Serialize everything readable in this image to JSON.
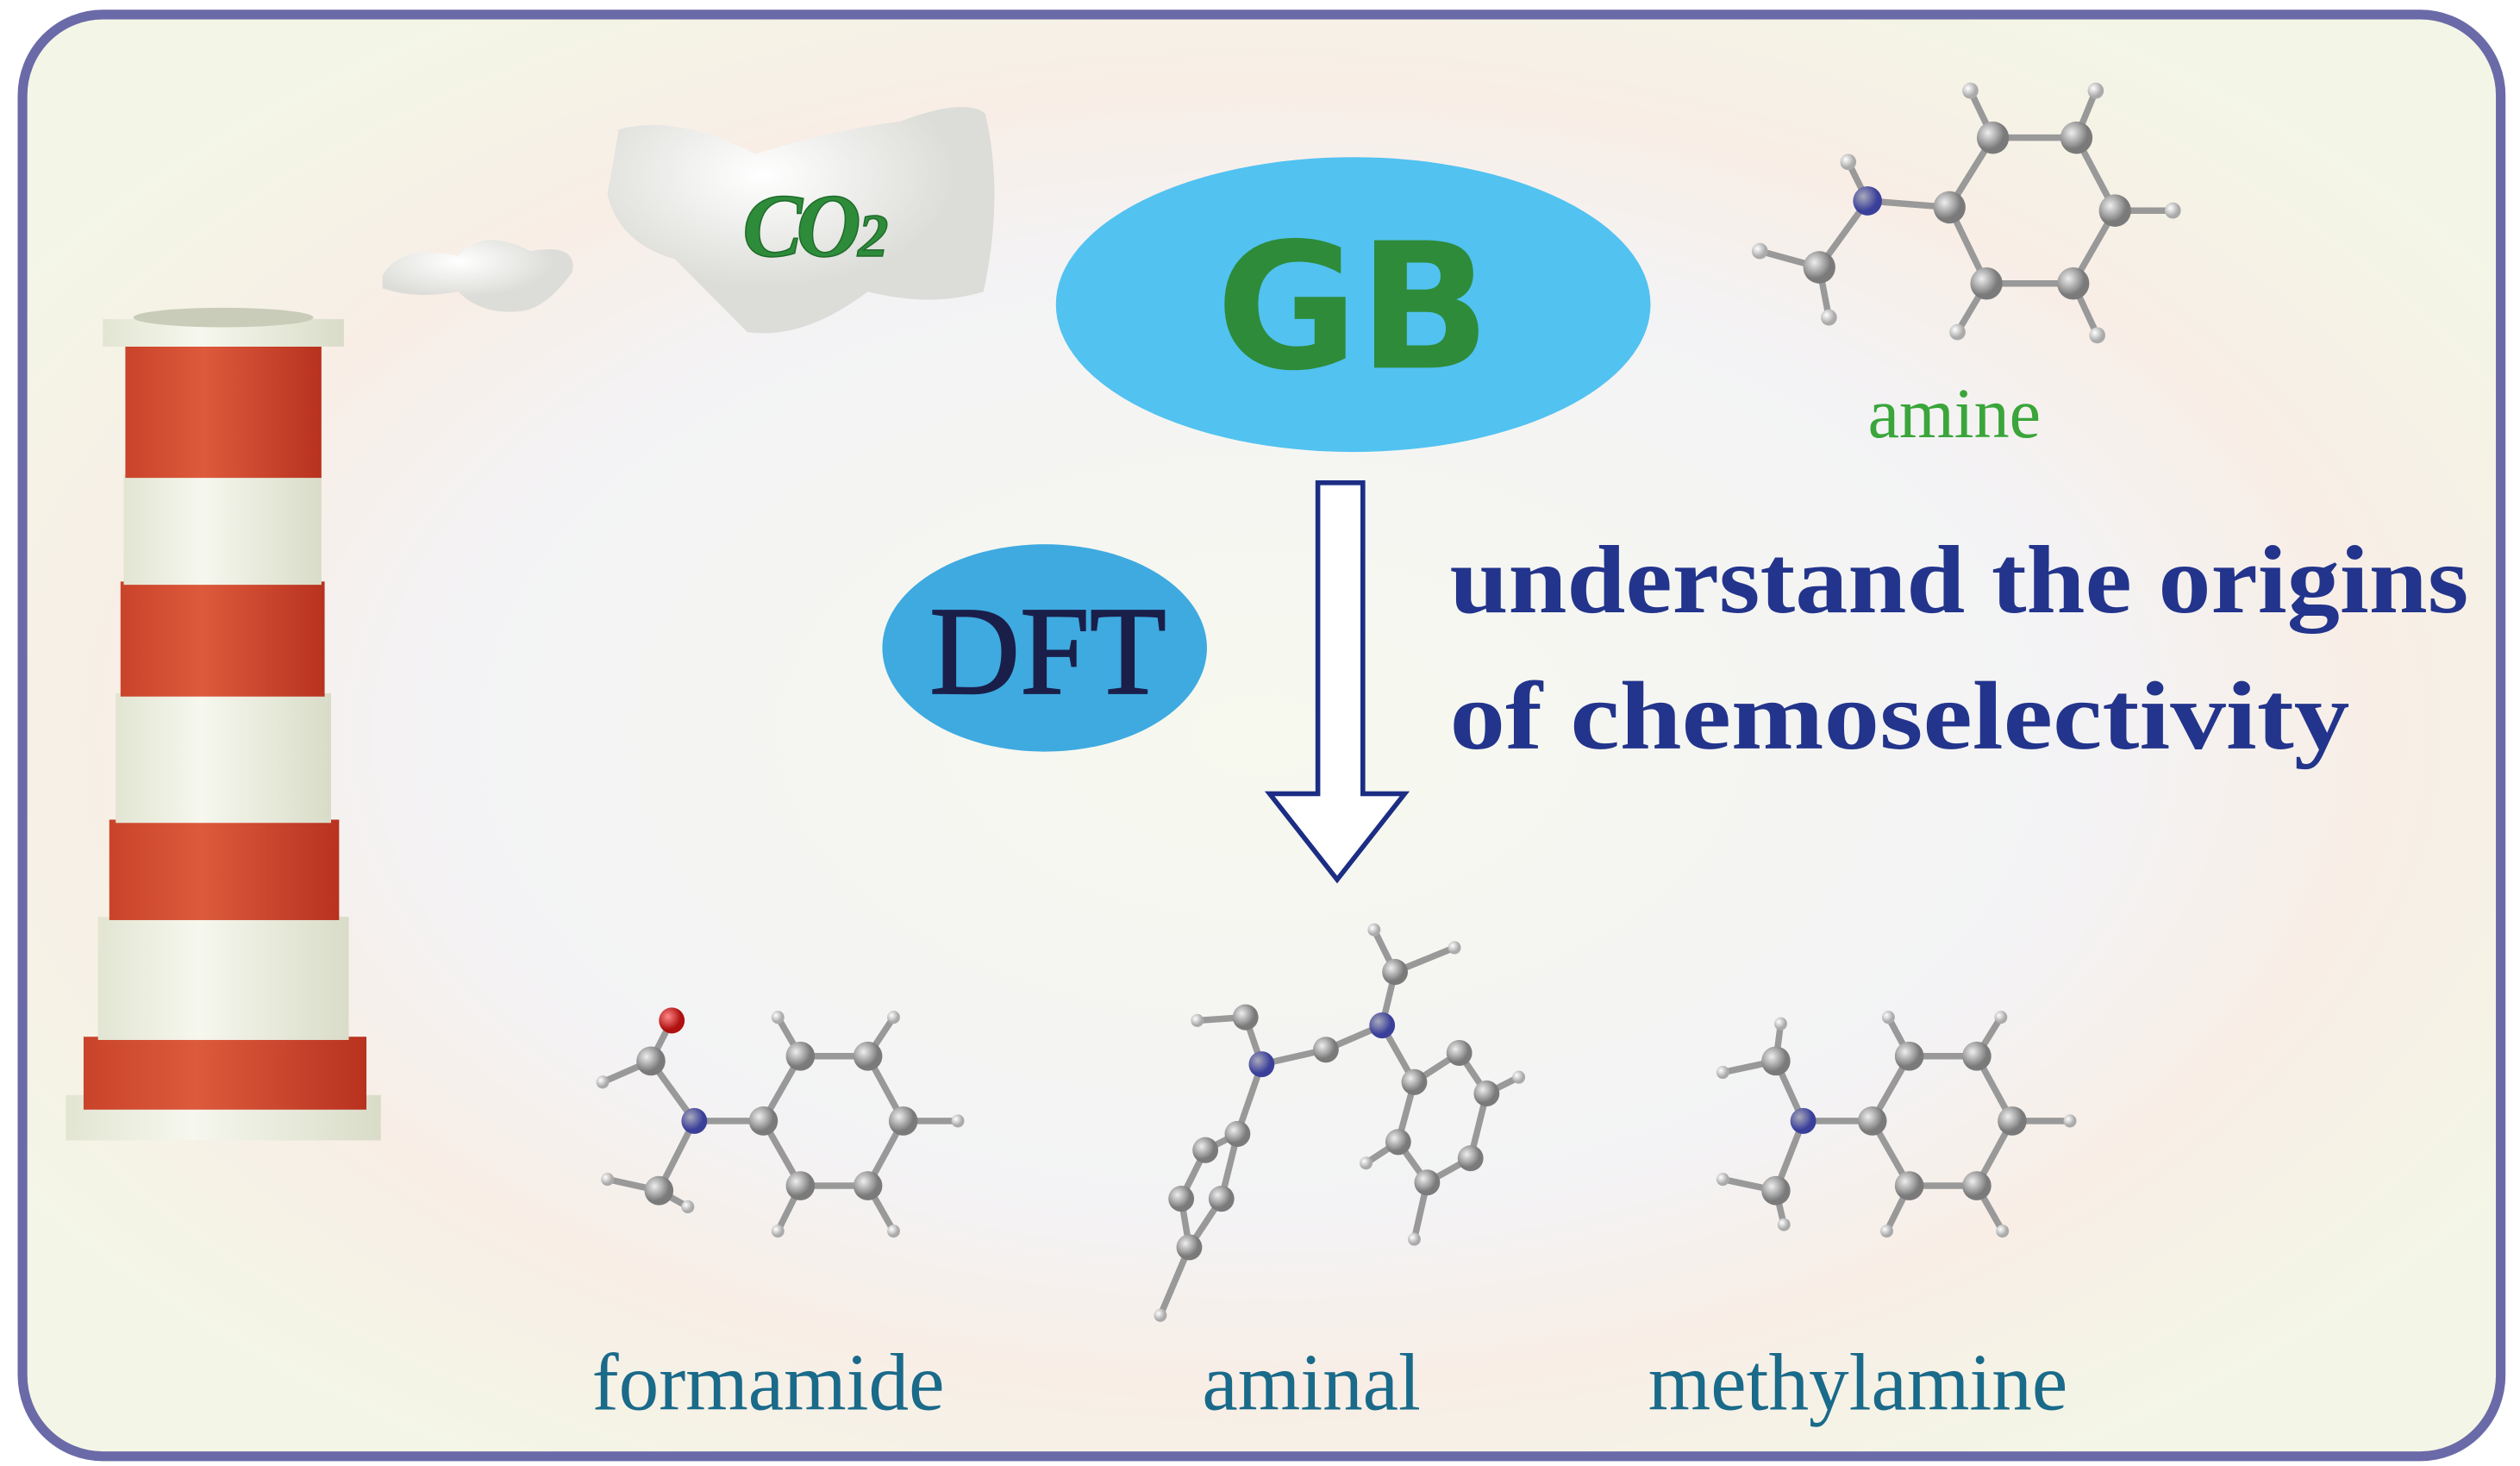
{
  "labels": {
    "co2": "CO",
    "co2_sub": "2",
    "gb": "GB",
    "dft": "DFT",
    "amine": "amine",
    "statement_line1": "understand the origins",
    "statement_line2": "of chemoselectivity",
    "product1": "formamide",
    "product2": "aminal",
    "product3": "methylamine"
  },
  "colors": {
    "frame": "#6b6aa8",
    "background": "#f4f6ea",
    "gb_ellipse": "#52c2f0",
    "dft_ellipse": "#3eaae0",
    "green_text": "#2e8b3a",
    "blue_text": "#23348c",
    "teal_text": "#1a6a8a",
    "chimney_red": "#d24a2e",
    "chimney_white": "#eef0e2"
  }
}
